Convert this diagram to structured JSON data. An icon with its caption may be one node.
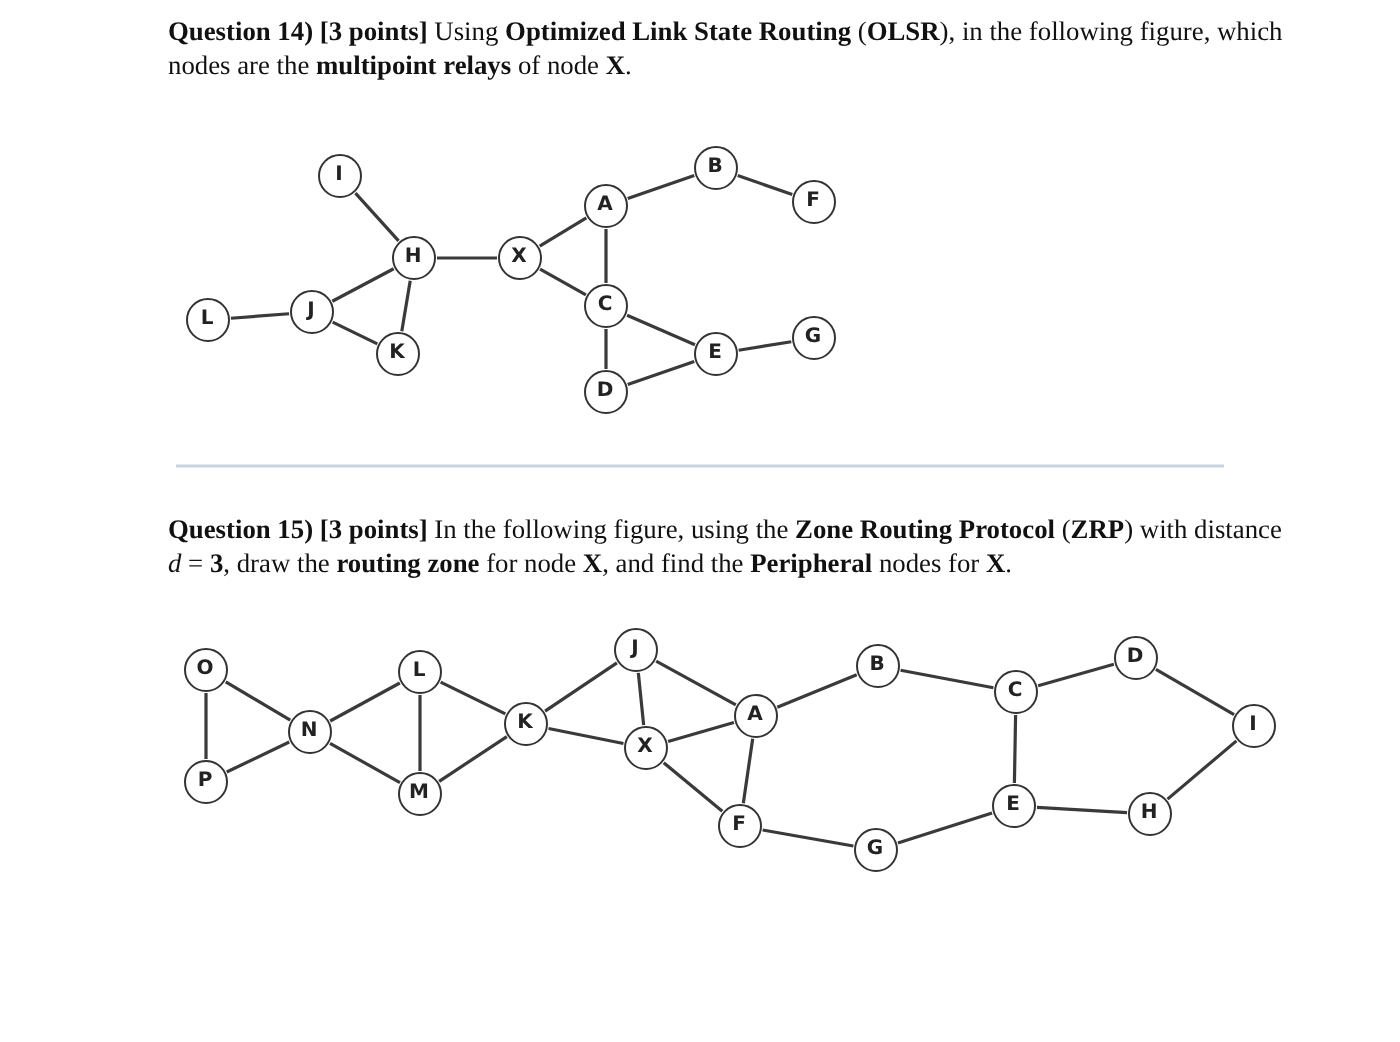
{
  "diagram": {
    "nodes": [
      {
        "text": [
          "I"
        ]
      },
      {
        "text": [
          "H"
        ]
      },
      {
        "text": [
          "X"
        ]
      },
      {
        "text": [
          "B"
        ]
      },
      {
        "text": [
          "A"
        ]
      },
      {
        "text": [
          "F"
        ]
      },
      {
        "text": [
          "C"
        ]
      },
      {
        "text": [
          "L"
        ]
      },
      {
        "text": [
          "J"
        ]
      },
      {
        "text": [
          "K"
        ]
      },
      {
        "text": [
          "G"
        ]
      },
      {
        "text": [
          "E"
        ]
      },
      {
        "text": [
          "D"
        ]
      },
      {
        "text": [
          "O"
        ]
      },
      {
        "text": [
          "J"
        ]
      },
      {
        "text": [
          "L"
        ]
      },
      {
        "text": [
          "B"
        ]
      },
      {
        "text": [
          "D"
        ]
      },
      {
        "text": [
          "C"
        ]
      },
      {
        "text": [
          "N"
        ]
      },
      {
        "text": [
          "K"
        ]
      },
      {
        "text": [
          "A"
        ]
      },
      {
        "text": [
          "I"
        ]
      },
      {
        "text": [
          "X"
        ]
      },
      {
        "text": [
          "P"
        ]
      },
      {
        "text": [
          "M"
        ]
      },
      {
        "text": [
          "E"
        ]
      },
      {
        "text": [
          "H"
        ]
      },
      {
        "text": [
          "F"
        ]
      },
      {
        "text": [
          "G"
        ]
      }
    ],
    "edges": [
      {
        "from": 0,
        "to": 1,
        "arrow": "none"
      },
      {
        "from": 1,
        "to": 2,
        "arrow": "none"
      },
      {
        "from": 1,
        "to": 8,
        "arrow": "none"
      },
      {
        "from": 1,
        "to": 9,
        "arrow": "none"
      },
      {
        "from": 8,
        "to": 9,
        "arrow": "none"
      },
      {
        "from": 7,
        "to": 8,
        "arrow": "none"
      },
      {
        "from": 2,
        "to": 4,
        "arrow": "none"
      },
      {
        "from": 2,
        "to": 6,
        "arrow": "none"
      },
      {
        "from": 4,
        "to": 6,
        "arrow": "none"
      },
      {
        "from": 4,
        "to": 3,
        "arrow": "none"
      },
      {
        "from": 3,
        "to": 5,
        "arrow": "none"
      },
      {
        "from": 6,
        "to": 12,
        "arrow": "none"
      },
      {
        "from": 6,
        "to": 11,
        "arrow": "none"
      },
      {
        "from": 12,
        "to": 11,
        "arrow": "none"
      },
      {
        "from": 11,
        "to": 10,
        "arrow": "none"
      },
      {
        "from": 13,
        "to": 19,
        "arrow": "none"
      },
      {
        "from": 13,
        "to": 24,
        "arrow": "none"
      },
      {
        "from": 24,
        "to": 19,
        "arrow": "none"
      },
      {
        "from": 19,
        "to": 15,
        "arrow": "none"
      },
      {
        "from": 19,
        "to": 25,
        "arrow": "none"
      },
      {
        "from": 15,
        "to": 25,
        "arrow": "none"
      },
      {
        "from": 15,
        "to": 20,
        "arrow": "none"
      },
      {
        "from": 25,
        "to": 20,
        "arrow": "none"
      },
      {
        "from": 20,
        "to": 14,
        "arrow": "none"
      },
      {
        "from": 20,
        "to": 23,
        "arrow": "none"
      },
      {
        "from": 14,
        "to": 23,
        "arrow": "none"
      },
      {
        "from": 14,
        "to": 21,
        "arrow": "none"
      },
      {
        "from": 23,
        "to": 21,
        "arrow": "none"
      },
      {
        "from": 23,
        "to": 28,
        "arrow": "none"
      },
      {
        "from": 21,
        "to": 28,
        "arrow": "none"
      },
      {
        "from": 21,
        "to": 16,
        "arrow": "none"
      },
      {
        "from": 16,
        "to": 18,
        "arrow": "none"
      },
      {
        "from": 18,
        "to": 17,
        "arrow": "none"
      },
      {
        "from": 18,
        "to": 26,
        "arrow": "none"
      },
      {
        "from": 17,
        "to": 22,
        "arrow": "none"
      },
      {
        "from": 22,
        "to": 27,
        "arrow": "none"
      },
      {
        "from": 26,
        "to": 27,
        "arrow": "none"
      },
      {
        "from": 28,
        "to": 29,
        "arrow": "none"
      },
      {
        "from": 29,
        "to": 26,
        "arrow": "none"
      }
    ],
    "labels": [
      "**Question 14) [3 points]** Using **Optimized Link State Routing** (**OLSR**), in the following figure, which nodes are the **multipoint relays** of node **X**.",
      "**Question 15) [3 points]** In the following figure, using the **Zone Routing Protocol** (**ZRP**) with distance *d* = **3**, draw the **routing zone** for node **X**, and find the **Peripheral** nodes for **X**."
    ]
  }
}
